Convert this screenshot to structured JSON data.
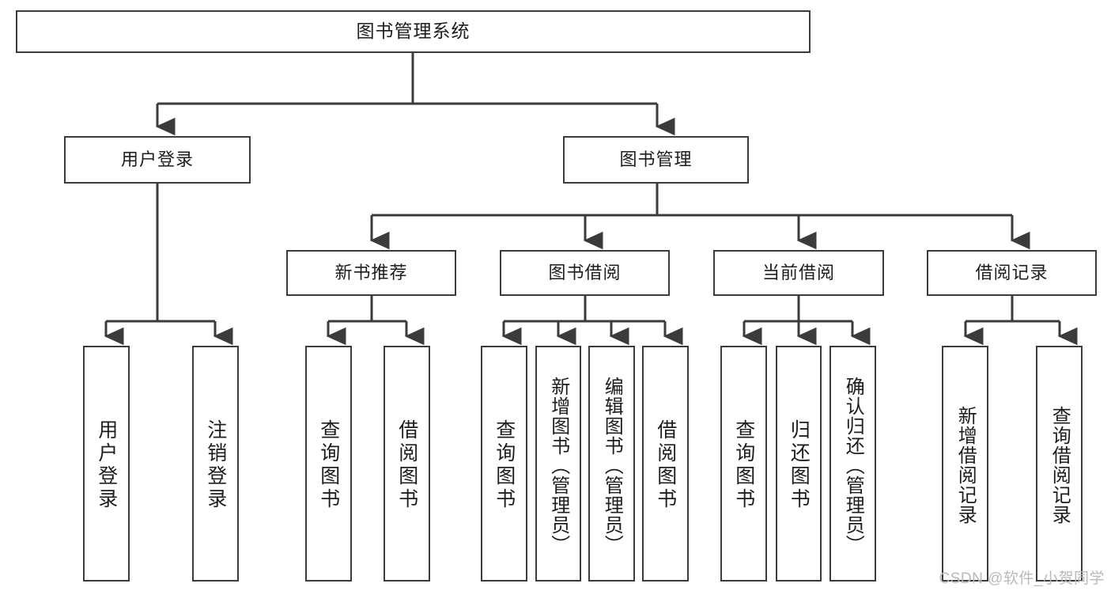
{
  "diagram": {
    "title": "图书管理系统",
    "type": "tree",
    "colors": {
      "box_border": "#3b3b3b",
      "box_fill": "#ffffff",
      "connector": "#3b3b3b",
      "text": "#1d1d1d",
      "watermark": "#b9b9b9",
      "background": "#ffffff"
    },
    "root": {
      "label": "图书管理系统"
    },
    "level2": [
      {
        "label": "用户登录"
      },
      {
        "label": "图书管理"
      }
    ],
    "level3": [
      {
        "label": "新书推荐"
      },
      {
        "label": "图书借阅"
      },
      {
        "label": "当前借阅"
      },
      {
        "label": "借阅记录"
      }
    ],
    "leaves": {
      "user_login": [
        {
          "label": "用户登录"
        },
        {
          "label": "注销登录"
        }
      ],
      "new_book": [
        {
          "label": "查询图书"
        },
        {
          "label": "借阅图书"
        }
      ],
      "book_borrow": [
        {
          "label": "查询图书"
        },
        {
          "label": "新增图书（管理员）"
        },
        {
          "label": "编辑图书（管理员）"
        },
        {
          "label": "借阅图书"
        }
      ],
      "current_borrow": [
        {
          "label": "查询图书"
        },
        {
          "label": "归还图书"
        },
        {
          "label": "确认归还（管理员）"
        }
      ],
      "borrow_record": [
        {
          "label": "新增借阅记录"
        },
        {
          "label": "查询借阅记录"
        }
      ]
    },
    "watermark": "CSDN @软件_小贺同学"
  }
}
